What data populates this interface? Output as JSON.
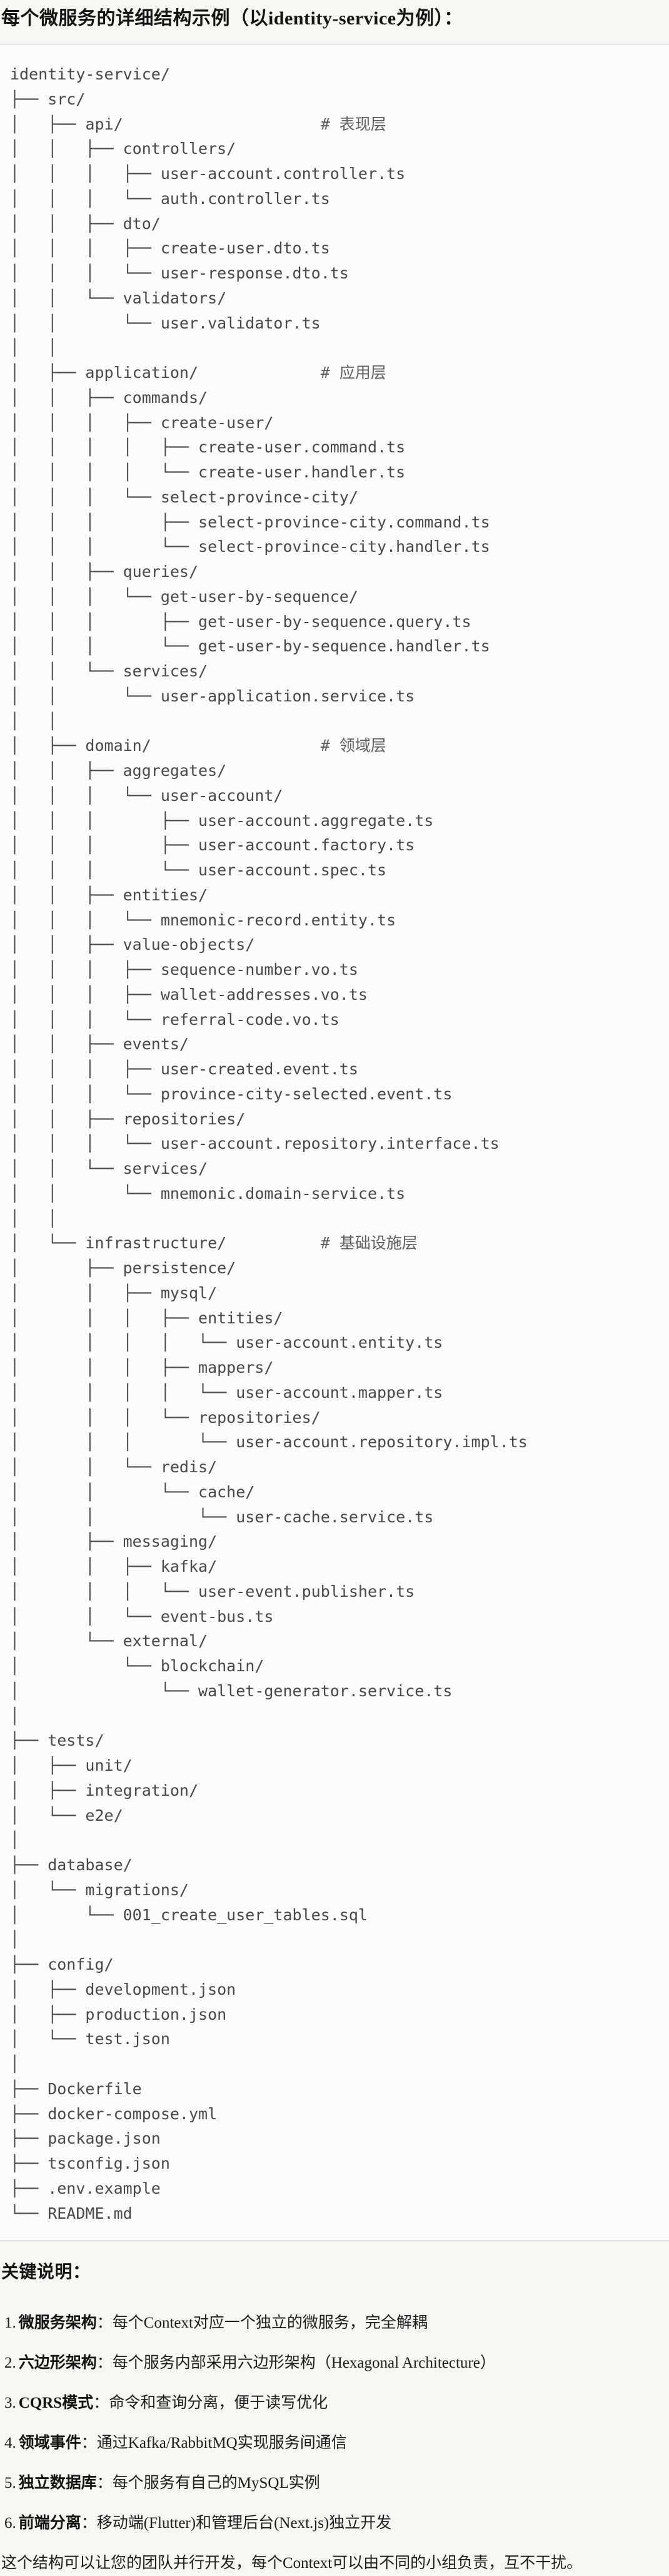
{
  "page": {
    "title": "每个微服务的详细结构示例（以identity-service为例）："
  },
  "tree": {
    "lines": [
      "identity-service/",
      "├── src/",
      "│   ├── api/                     # 表现层",
      "│   │   ├── controllers/",
      "│   │   │   ├── user-account.controller.ts",
      "│   │   │   └── auth.controller.ts",
      "│   │   ├── dto/",
      "│   │   │   ├── create-user.dto.ts",
      "│   │   │   └── user-response.dto.ts",
      "│   │   └── validators/",
      "│   │       └── user.validator.ts",
      "│   │",
      "│   ├── application/             # 应用层",
      "│   │   ├── commands/",
      "│   │   │   ├── create-user/",
      "│   │   │   │   ├── create-user.command.ts",
      "│   │   │   │   └── create-user.handler.ts",
      "│   │   │   └── select-province-city/",
      "│   │   │       ├── select-province-city.command.ts",
      "│   │   │       └── select-province-city.handler.ts",
      "│   │   ├── queries/",
      "│   │   │   └── get-user-by-sequence/",
      "│   │   │       ├── get-user-by-sequence.query.ts",
      "│   │   │       └── get-user-by-sequence.handler.ts",
      "│   │   └── services/",
      "│   │       └── user-application.service.ts",
      "│   │",
      "│   ├── domain/                  # 领域层",
      "│   │   ├── aggregates/",
      "│   │   │   └── user-account/",
      "│   │   │       ├── user-account.aggregate.ts",
      "│   │   │       ├── user-account.factory.ts",
      "│   │   │       └── user-account.spec.ts",
      "│   │   ├── entities/",
      "│   │   │   └── mnemonic-record.entity.ts",
      "│   │   ├── value-objects/",
      "│   │   │   ├── sequence-number.vo.ts",
      "│   │   │   ├── wallet-addresses.vo.ts",
      "│   │   │   └── referral-code.vo.ts",
      "│   │   ├── events/",
      "│   │   │   ├── user-created.event.ts",
      "│   │   │   └── province-city-selected.event.ts",
      "│   │   ├── repositories/",
      "│   │   │   └── user-account.repository.interface.ts",
      "│   │   └── services/",
      "│   │       └── mnemonic.domain-service.ts",
      "│   │",
      "│   └── infrastructure/          # 基础设施层",
      "│       ├── persistence/",
      "│       │   ├── mysql/",
      "│       │   │   ├── entities/",
      "│       │   │   │   └── user-account.entity.ts",
      "│       │   │   ├── mappers/",
      "│       │   │   │   └── user-account.mapper.ts",
      "│       │   │   └── repositories/",
      "│       │   │       └── user-account.repository.impl.ts",
      "│       │   └── redis/",
      "│       │       └── cache/",
      "│       │           └── user-cache.service.ts",
      "│       ├── messaging/",
      "│       │   ├── kafka/",
      "│       │   │   └── user-event.publisher.ts",
      "│       │   └── event-bus.ts",
      "│       └── external/",
      "│           └── blockchain/",
      "│               └── wallet-generator.service.ts",
      "│",
      "├── tests/",
      "│   ├── unit/",
      "│   ├── integration/",
      "│   └── e2e/",
      "│",
      "├── database/",
      "│   └── migrations/",
      "│       └── 001_create_user_tables.sql",
      "│",
      "├── config/",
      "│   ├── development.json",
      "│   ├── production.json",
      "│   └── test.json",
      "│",
      "├── Dockerfile",
      "├── docker-compose.yml",
      "├── package.json",
      "├── tsconfig.json",
      "├── .env.example",
      "└── README.md"
    ]
  },
  "notes": {
    "heading": "关键说明：",
    "items": [
      {
        "num": "1.",
        "label": "微服务架构",
        "text": "：每个Context对应一个独立的微服务，完全解耦"
      },
      {
        "num": "2.",
        "label": "六边形架构",
        "text": "：每个服务内部采用六边形架构（Hexagonal Architecture）"
      },
      {
        "num": "3.",
        "label": "CQRS模式",
        "text": "：命令和查询分离，便于读写优化"
      },
      {
        "num": "4.",
        "label": "领域事件",
        "text": "：通过Kafka/RabbitMQ实现服务间通信"
      },
      {
        "num": "5.",
        "label": "独立数据库",
        "text": "：每个服务有自己的MySQL实例"
      },
      {
        "num": "6.",
        "label": "前端分离",
        "text": "：移动端(Flutter)和管理后台(Next.js)独立开发"
      }
    ],
    "footer": "这个结构可以让您的团队并行开发，每个Context可以由不同的小组负责，互不干扰。"
  }
}
